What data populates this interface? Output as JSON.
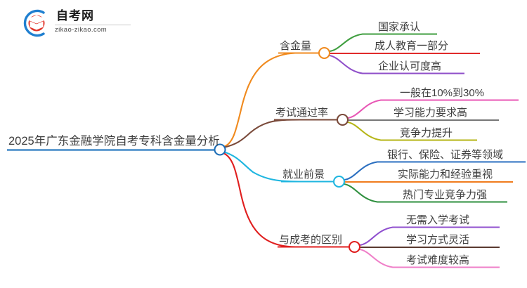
{
  "logo": {
    "title": "自考网",
    "domain": "zikao-zikao.com",
    "mark_icon": "graduation-cap-icon",
    "arc_color": "#1f7fd0",
    "cap_color": "#e0342a"
  },
  "mindmap": {
    "root": {
      "label": "2025年广东金融学院自考专科含金量分析",
      "node_color": "#1f6fb8",
      "underline_color": "#2b7bc0"
    },
    "branches": [
      {
        "label": "含金量",
        "node_color": "#f08a1e",
        "link_color": "#f08a1e",
        "children": [
          {
            "label": "国家承认",
            "color": "#3f9e3f"
          },
          {
            "label": "成人教育一部分",
            "color": "#e02b2b"
          },
          {
            "label": "企业认可度高",
            "color": "#8f4fc9"
          }
        ]
      },
      {
        "label": "考试通过率",
        "node_color": "#7a4a3a",
        "link_color": "#7a4a3a",
        "children": [
          {
            "label": "一般在10%到30%",
            "color": "#e857b5"
          },
          {
            "label": "学习能力要求高",
            "color": "#777777"
          },
          {
            "label": "竞争力提升",
            "color": "#b5b517"
          }
        ]
      },
      {
        "label": "就业前景",
        "node_color": "#1fb6e0",
        "link_color": "#1fb6e0",
        "children": [
          {
            "label": "银行、保险、证券等领域",
            "color": "#2b6fc0"
          },
          {
            "label": "实际能力和经验重视",
            "color": "#f07c1e"
          },
          {
            "label": "热门专业竞争力强",
            "color": "#2e8f3e"
          }
        ]
      },
      {
        "label": "与成考的区别",
        "node_color": "#e01f1f",
        "link_color": "#e01f1f",
        "children": [
          {
            "label": "无需入学考试",
            "color": "#9050cf"
          },
          {
            "label": "学习方式灵活",
            "color": "#5a3a30"
          },
          {
            "label": "考试难度较高",
            "color": "#ef7fc8"
          }
        ]
      }
    ]
  }
}
